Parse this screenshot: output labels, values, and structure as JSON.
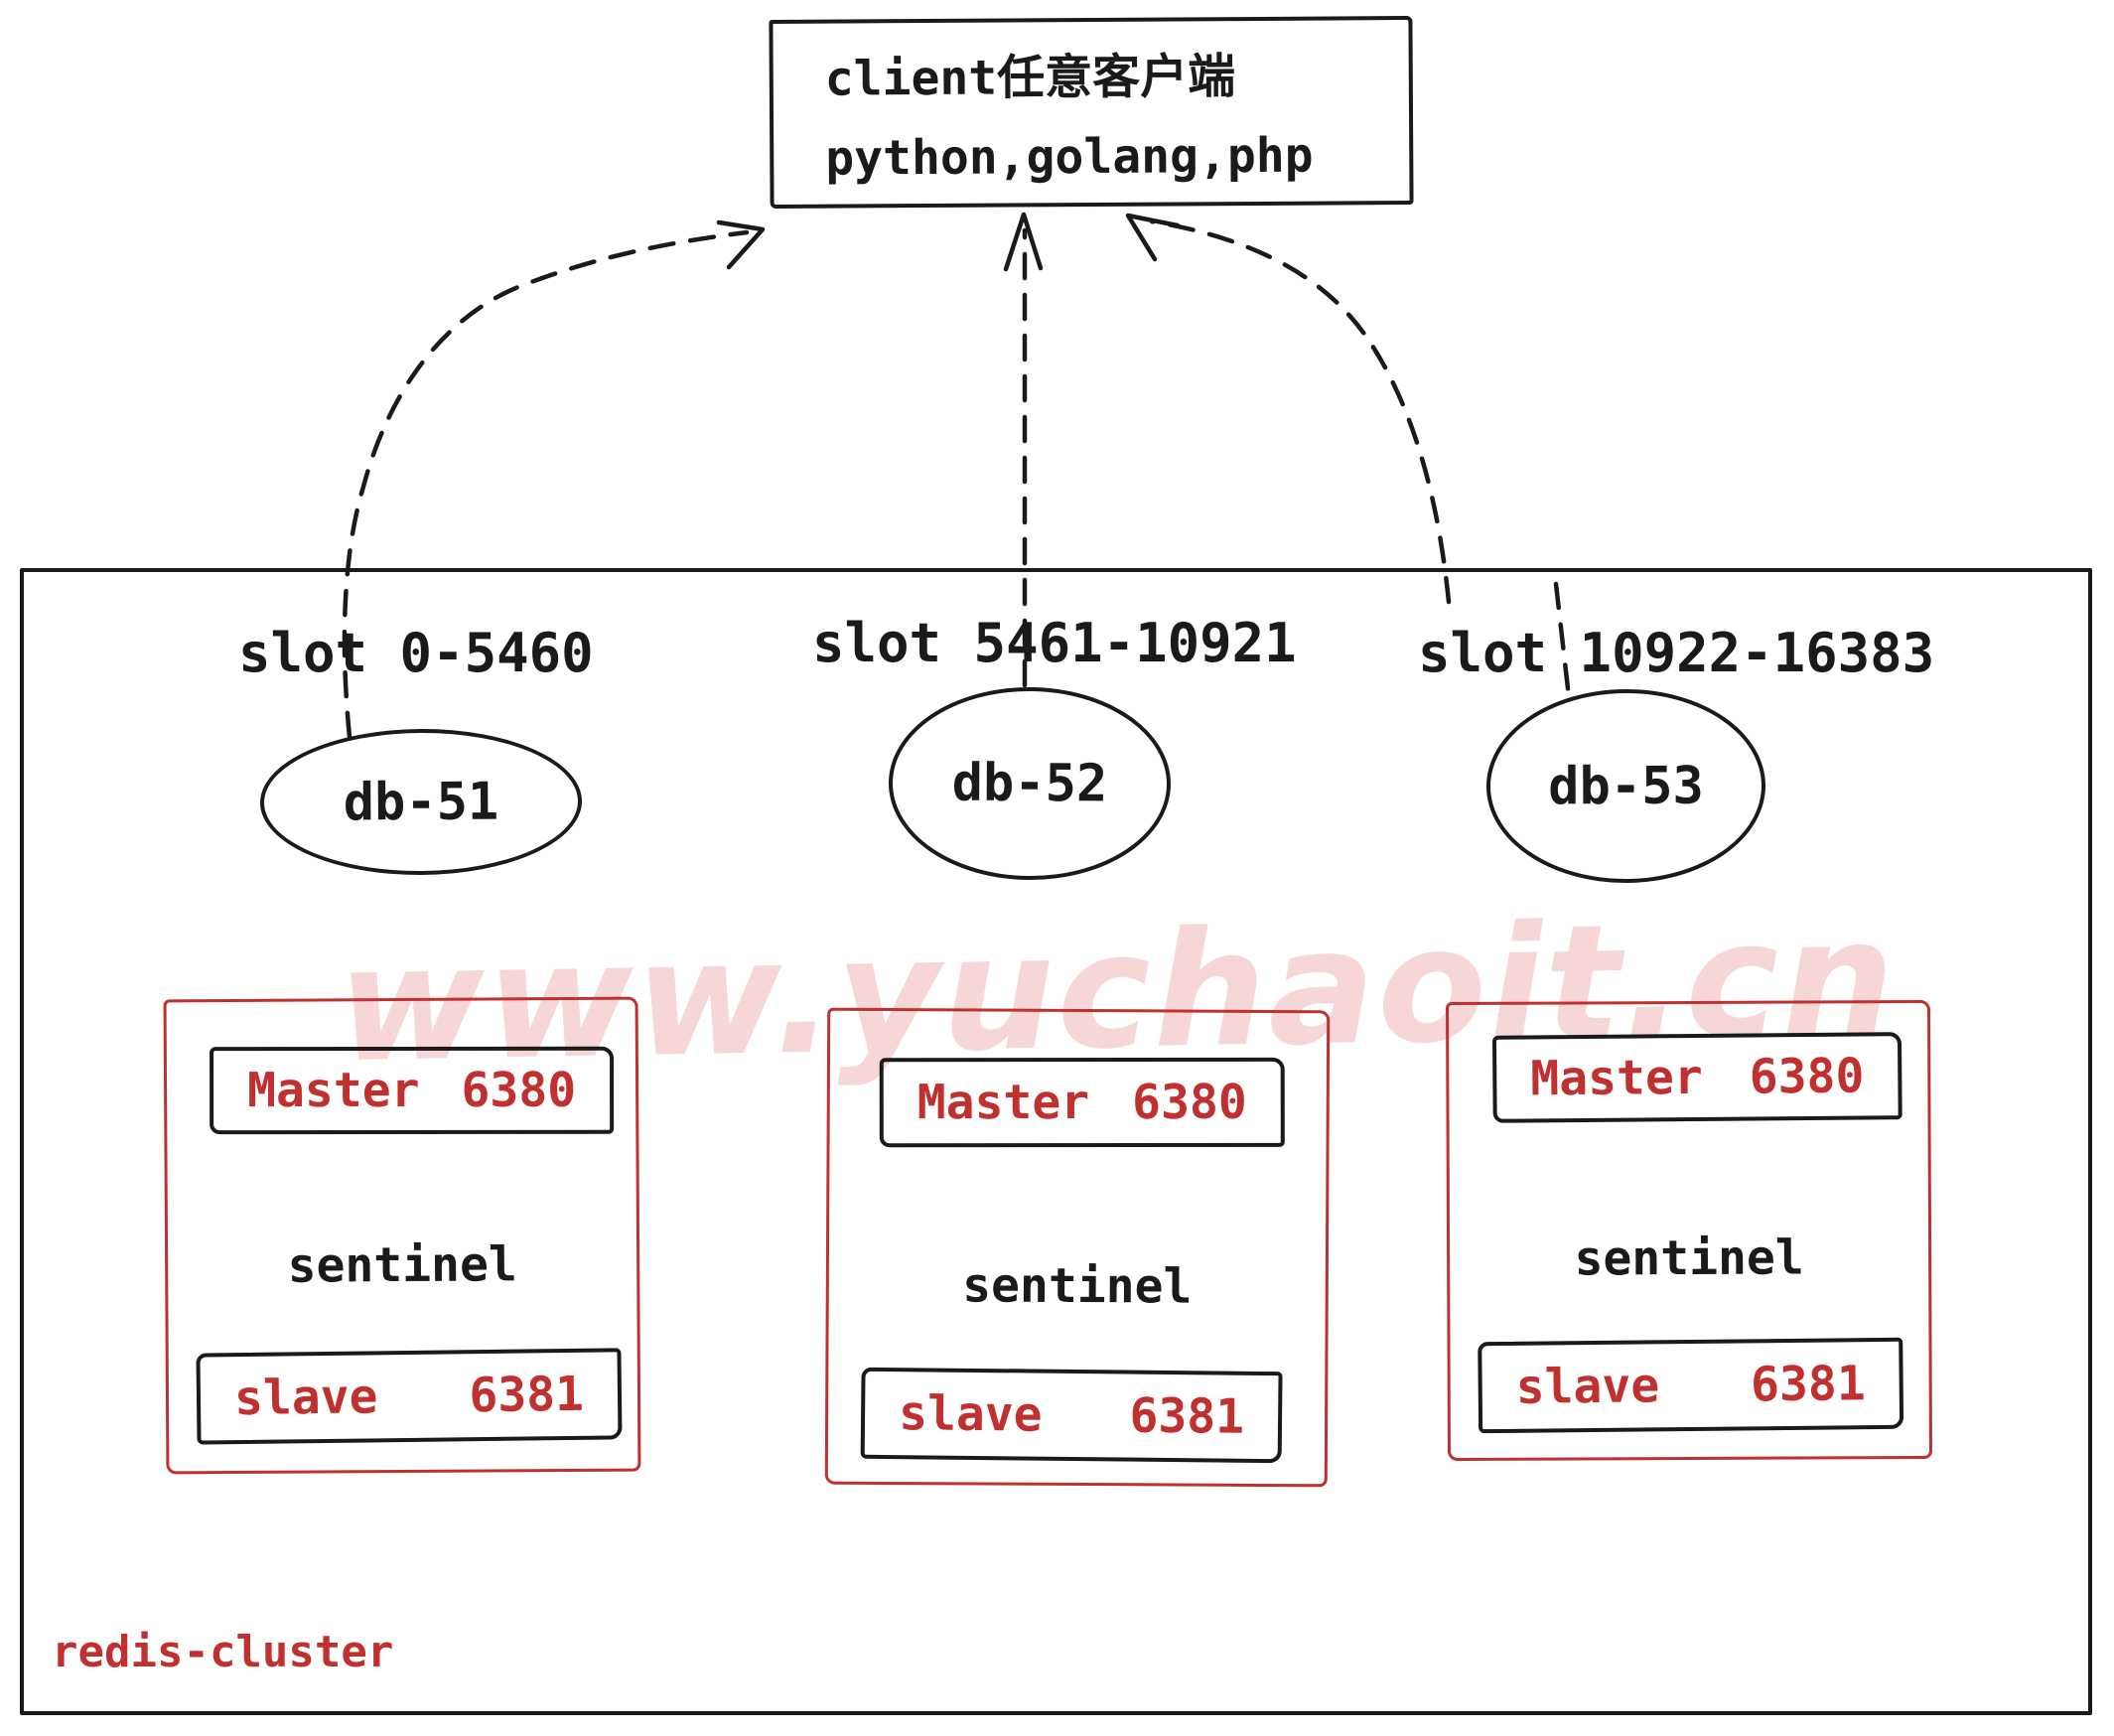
{
  "client": {
    "line1": "client任意客户端",
    "line2": "python,golang,php"
  },
  "watermark": "www.yuchaoit.cn",
  "cluster_label": "redis-cluster",
  "shards": [
    {
      "slot": "slot 0-5460",
      "db": "db-51",
      "master_role": "Master",
      "master_port": "6380",
      "sentinel": "sentinel",
      "slave_role": "slave",
      "slave_port": "6381"
    },
    {
      "slot": "slot 5461-10921",
      "db": "db-52",
      "master_role": "Master",
      "master_port": "6380",
      "sentinel": "sentinel",
      "slave_role": "slave",
      "slave_port": "6381"
    },
    {
      "slot": "slot 10922-16383",
      "db": "db-53",
      "master_role": "Master",
      "master_port": "6380",
      "sentinel": "sentinel",
      "slave_role": "slave",
      "slave_port": "6381"
    }
  ],
  "colors": {
    "ink_black": "#1a1a1a",
    "accent_red": "#c0302e",
    "watermark_pink": "#f6d6d6"
  }
}
